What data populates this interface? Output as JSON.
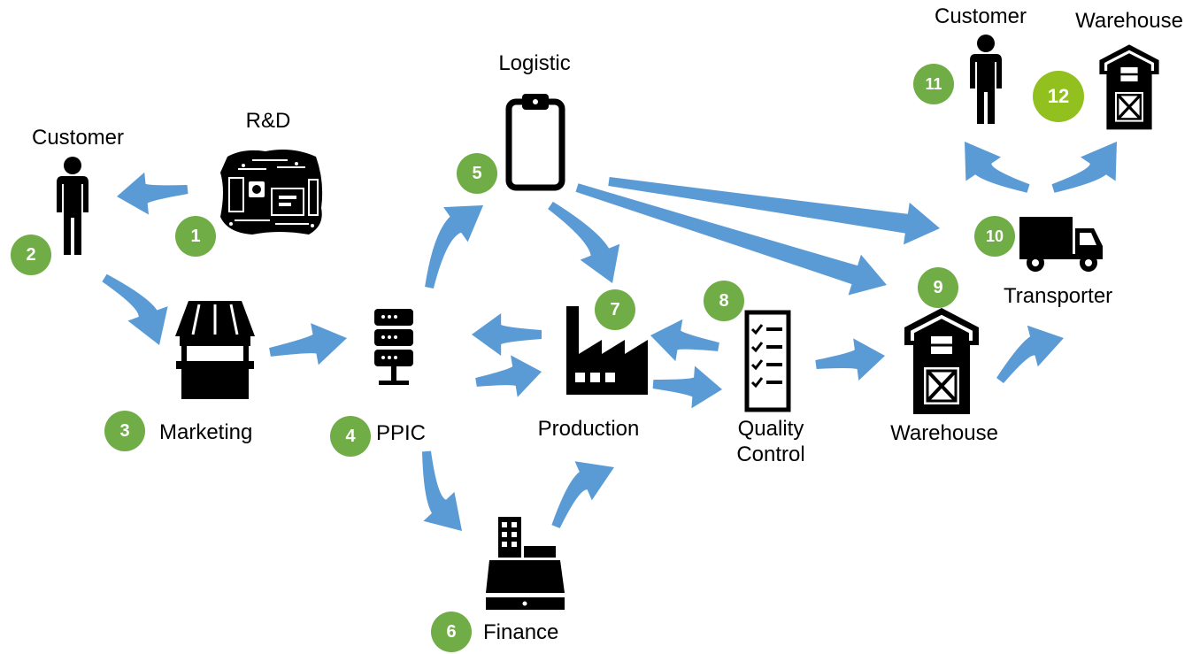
{
  "colors": {
    "arrow": "#5b9bd5",
    "badge": "#70ad47",
    "badge_highlight": "#92c01f",
    "icon": "#000000"
  },
  "nodes": [
    {
      "id": "rnd",
      "label": "R&D",
      "step": "1",
      "icon": "circuit-board-icon"
    },
    {
      "id": "customer_start",
      "label": "Customer",
      "step": "2",
      "icon": "person-icon"
    },
    {
      "id": "marketing",
      "label": "Marketing",
      "step": "3",
      "icon": "shop-stall-icon"
    },
    {
      "id": "ppic",
      "label": "PPIC",
      "step": "4",
      "icon": "server-icon"
    },
    {
      "id": "logistic",
      "label": "Logistic",
      "step": "5",
      "icon": "clipboard-icon"
    },
    {
      "id": "finance",
      "label": "Finance",
      "step": "6",
      "icon": "cash-register-icon"
    },
    {
      "id": "production",
      "label": "Production",
      "step": "7",
      "icon": "factory-icon"
    },
    {
      "id": "quality_control",
      "label": "Quality\nControl",
      "step": "8",
      "icon": "checklist-icon"
    },
    {
      "id": "warehouse",
      "label": "Warehouse",
      "step": "9",
      "icon": "barn-icon"
    },
    {
      "id": "transporter",
      "label": "Transporter",
      "step": "10",
      "icon": "truck-icon"
    },
    {
      "id": "customer_end",
      "label": "Customer",
      "step": "11",
      "icon": "person-icon"
    },
    {
      "id": "warehouse_end",
      "label": "Warehouse",
      "step": "12",
      "icon": "barn-icon"
    }
  ],
  "edges": [
    {
      "from": "rnd",
      "to": "customer_start"
    },
    {
      "from": "customer_start",
      "to": "marketing"
    },
    {
      "from": "marketing",
      "to": "ppic"
    },
    {
      "from": "ppic",
      "to": "logistic"
    },
    {
      "from": "ppic",
      "to": "production"
    },
    {
      "from": "production",
      "to": "ppic"
    },
    {
      "from": "ppic",
      "to": "finance"
    },
    {
      "from": "finance",
      "to": "production"
    },
    {
      "from": "logistic",
      "to": "production"
    },
    {
      "from": "logistic",
      "to": "transporter"
    },
    {
      "from": "logistic",
      "to": "warehouse"
    },
    {
      "from": "production",
      "to": "quality_control"
    },
    {
      "from": "quality_control",
      "to": "production"
    },
    {
      "from": "quality_control",
      "to": "warehouse"
    },
    {
      "from": "warehouse",
      "to": "transporter"
    },
    {
      "from": "transporter",
      "to": "customer_end"
    },
    {
      "from": "transporter",
      "to": "warehouse_end"
    }
  ]
}
